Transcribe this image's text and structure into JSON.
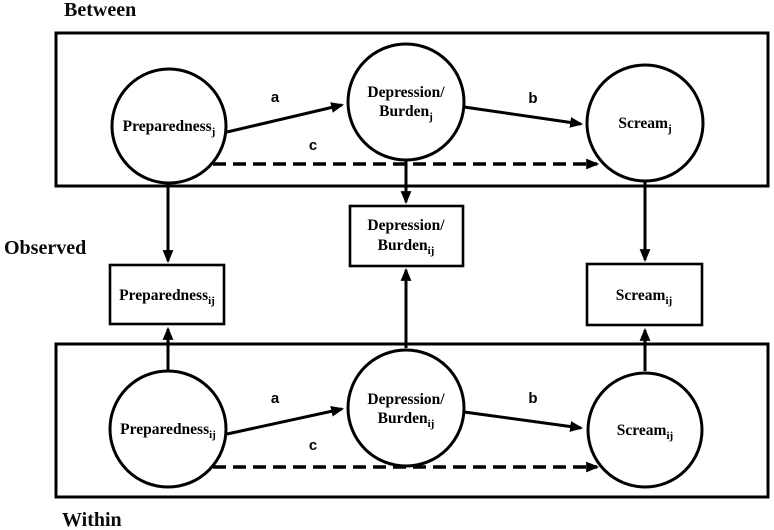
{
  "labels": {
    "between": "Between",
    "observed": "Observed",
    "within": "Within"
  },
  "edges": {
    "between": {
      "a": "a",
      "b": "b",
      "c": "c"
    },
    "within": {
      "a": "a",
      "b": "b",
      "c": "c"
    }
  },
  "nodes": {
    "between_preparedness": {
      "text": "Preparedness",
      "sub": "j"
    },
    "between_depression": {
      "line1": "Depression/",
      "line2": "Burden",
      "sub": "j"
    },
    "between_scream": {
      "text": "Scream",
      "sub": "j"
    },
    "observed_preparedness": {
      "text": "Preparedness",
      "sub": "ij"
    },
    "observed_depression": {
      "line1": "Depression/",
      "line2": "Burden",
      "sub": "ij"
    },
    "observed_scream": {
      "text": "Scream",
      "sub": "ij"
    },
    "within_preparedness": {
      "text": "Preparedness",
      "sub": "ij"
    },
    "within_depression": {
      "line1": "Depression/",
      "line2": "Burden",
      "sub": "ij"
    },
    "within_scream": {
      "text": "Scream",
      "sub": "ij"
    }
  },
  "colors": {
    "stroke": "#000000",
    "background": "#ffffff"
  }
}
